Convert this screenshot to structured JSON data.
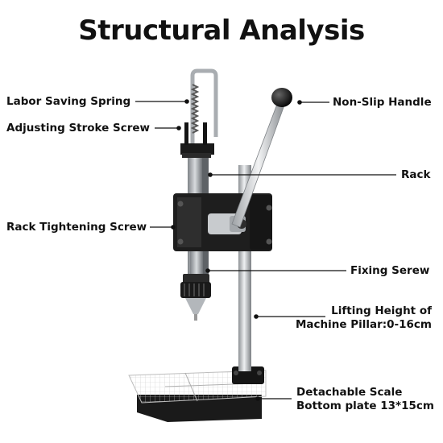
{
  "title": "Structural Analysis",
  "labels": {
    "labor_saving_spring": "Labor Saving Spring",
    "adjusting_stroke_screw": "Adjusting Stroke Screw",
    "rack_tightening_screw": "Rack Tightening Screw",
    "non_slip_handle": "Non-Slip Handle",
    "rack": "Rack",
    "fixing_screw": "Fixing Serew",
    "lifting_height_line1": "Lifting Height of",
    "lifting_height_line2": "Machine Pillar:0-16cm",
    "scale_line1": "Detachable Scale",
    "scale_line2": "Bottom plate 13*15cm"
  },
  "colors": {
    "text": "#111111",
    "metal_dark": "#1c1c1c",
    "metal_silver": "#b8bcc0",
    "plate": "#e9e9e9"
  }
}
